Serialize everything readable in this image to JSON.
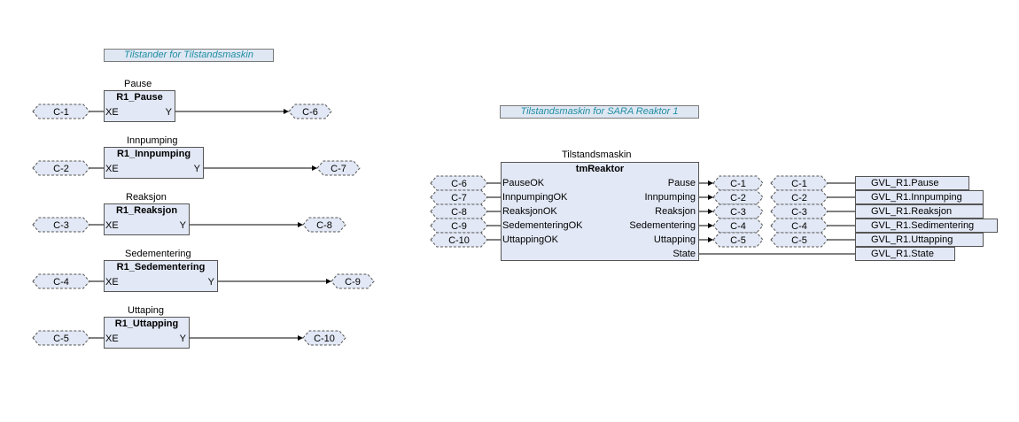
{
  "comments": {
    "states": "Tilstander for Tilstandsmaskin",
    "machine": "Tilstandsmaskin for SARA Reaktor 1"
  },
  "state_blocks": [
    {
      "instance": "Pause",
      "type": "R1_Pause",
      "input_pin": "XE",
      "output_pin": "Y",
      "conn_in": "C-1",
      "conn_out": "C-6"
    },
    {
      "instance": "Innpumping",
      "type": "R1_Innpumping",
      "input_pin": "XE",
      "output_pin": "Y",
      "conn_in": "C-2",
      "conn_out": "C-7"
    },
    {
      "instance": "Reaksjon",
      "type": "R1_Reaksjon",
      "input_pin": "XE",
      "output_pin": "Y",
      "conn_in": "C-3",
      "conn_out": "C-8"
    },
    {
      "instance": "Sedementering",
      "type": "R1_Sedementering",
      "input_pin": "XE",
      "output_pin": "Y",
      "conn_in": "C-4",
      "conn_out": "C-9"
    },
    {
      "instance": "Uttaping",
      "type": "R1_Uttapping",
      "input_pin": "XE",
      "output_pin": "Y",
      "conn_in": "C-5",
      "conn_out": "C-10"
    }
  ],
  "machine": {
    "instance": "Tilstandsmaskin",
    "type": "tmReaktor",
    "inputs": [
      "PauseOK",
      "InnpumpingOK",
      "ReaksjonOK",
      "SedementeringOK",
      "UttappingOK"
    ],
    "input_connectors": [
      "C-6",
      "C-7",
      "C-8",
      "C-9",
      "C-10"
    ],
    "outputs": [
      "Pause",
      "Innpumping",
      "Reaksjon",
      "Sedementering",
      "Uttapping",
      "State"
    ],
    "output_connectors": [
      "C-1",
      "C-2",
      "C-3",
      "C-4",
      "C-5"
    ],
    "gvl_connectors": [
      "C-1",
      "C-2",
      "C-3",
      "C-4",
      "C-5"
    ],
    "gvl_variables": [
      "GVL_R1.Pause",
      "GVL_R1.Innpumping",
      "GVL_R1.Reaksjon",
      "GVL_R1.Sedimentering",
      "GVL_R1.Uttapping",
      "GVL_R1.State"
    ]
  }
}
